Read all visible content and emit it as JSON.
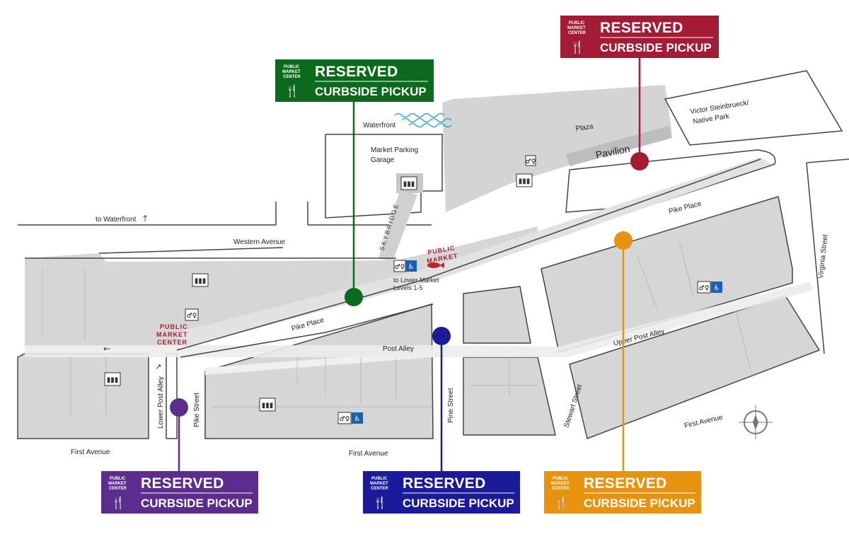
{
  "streets": {
    "to_waterfront": "to Waterfront",
    "western_avenue": "Western Avenue",
    "pike_place_west": "Pike Place",
    "pike_place_east": "Pike Place",
    "post_alley": "Post Alley",
    "upper_post_alley": "Upper Post Alley",
    "lower_post_alley": "Lower Post Alley",
    "pike_street": "Pike Street",
    "pine_street": "Pine Street",
    "stewart_street": "Stewart Street",
    "virginia_street": "Virginia Street",
    "first_avenue_1": "First Avenue",
    "first_avenue_2": "First Avenue",
    "first_avenue_3": "First Avenue",
    "skybridge": "SKYBRIDGE"
  },
  "places": {
    "waterfront": "Waterfront",
    "parking_line1": "Market Parking",
    "parking_line2": "Garage",
    "plaza": "Plaza",
    "pavilion": "Pavilion",
    "park_line1": "Victor Steinbrueck/",
    "park_line2": "Native Park",
    "lower_market_line1": "to Lower Market",
    "lower_market_line2": "Levels 1-5",
    "public_market_1": "PUBLIC",
    "public_market_2": "MARKET",
    "pmc_1": "PUBLIC",
    "pmc_2": "MARKET",
    "pmc_3": "CENTER"
  },
  "signs": {
    "title": "RESERVED",
    "subtitle": "CURBSIDE PICKUP",
    "logo_line1": "PUBLIC",
    "logo_line2": "MARKET",
    "logo_line3": "CENTER",
    "colors": {
      "green": "#0b6a1c",
      "red": "#a31b35",
      "purple": "#5c2d8e",
      "blue": "#1a1a9a",
      "orange": "#e8930f"
    }
  },
  "map_colors": {
    "building": "#d6d6d6",
    "building_dark": "#c4c4c4",
    "street": "#ffffff",
    "outline": "#444444",
    "accent": "#a61e35",
    "water": "#3aa0d8"
  }
}
